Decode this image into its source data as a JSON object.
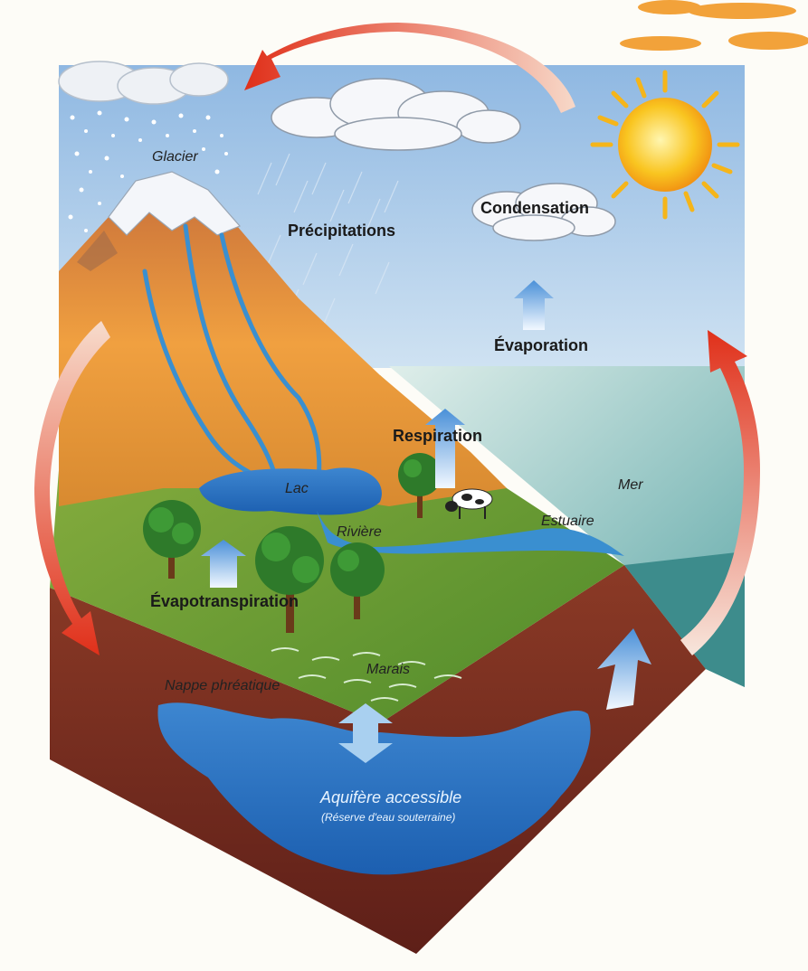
{
  "labels": {
    "glacier": "Glacier",
    "precipitations": "Précipitations",
    "condensation": "Condensation",
    "evaporation": "Évaporation",
    "respiration": "Respiration",
    "lac": "Lac",
    "mer": "Mer",
    "riviere": "Rivière",
    "estuaire": "Estuaire",
    "evapotranspiration": "Évapotranspiration",
    "marais": "Marais",
    "nappe_phreatique": "Nappe phréatique",
    "aquifere": "Aquifère accessible",
    "reserve": "(Réserve d'eau souterraine)"
  },
  "colors": {
    "sky": "#a9c8e8",
    "mountain": "#e0903a",
    "snow": "#f4f6fa",
    "grass": "#6a9a30",
    "soil": "#7a2e22",
    "water": "#3a8fd0",
    "sea": "#9cc8cc",
    "cycle_arrow": "#e03a1e",
    "sun": "#f7c21a"
  },
  "icons": [
    "sun-icon",
    "cloud-icon",
    "tree-icon",
    "cow-icon",
    "up-arrow-icon",
    "double-arrow-icon"
  ]
}
